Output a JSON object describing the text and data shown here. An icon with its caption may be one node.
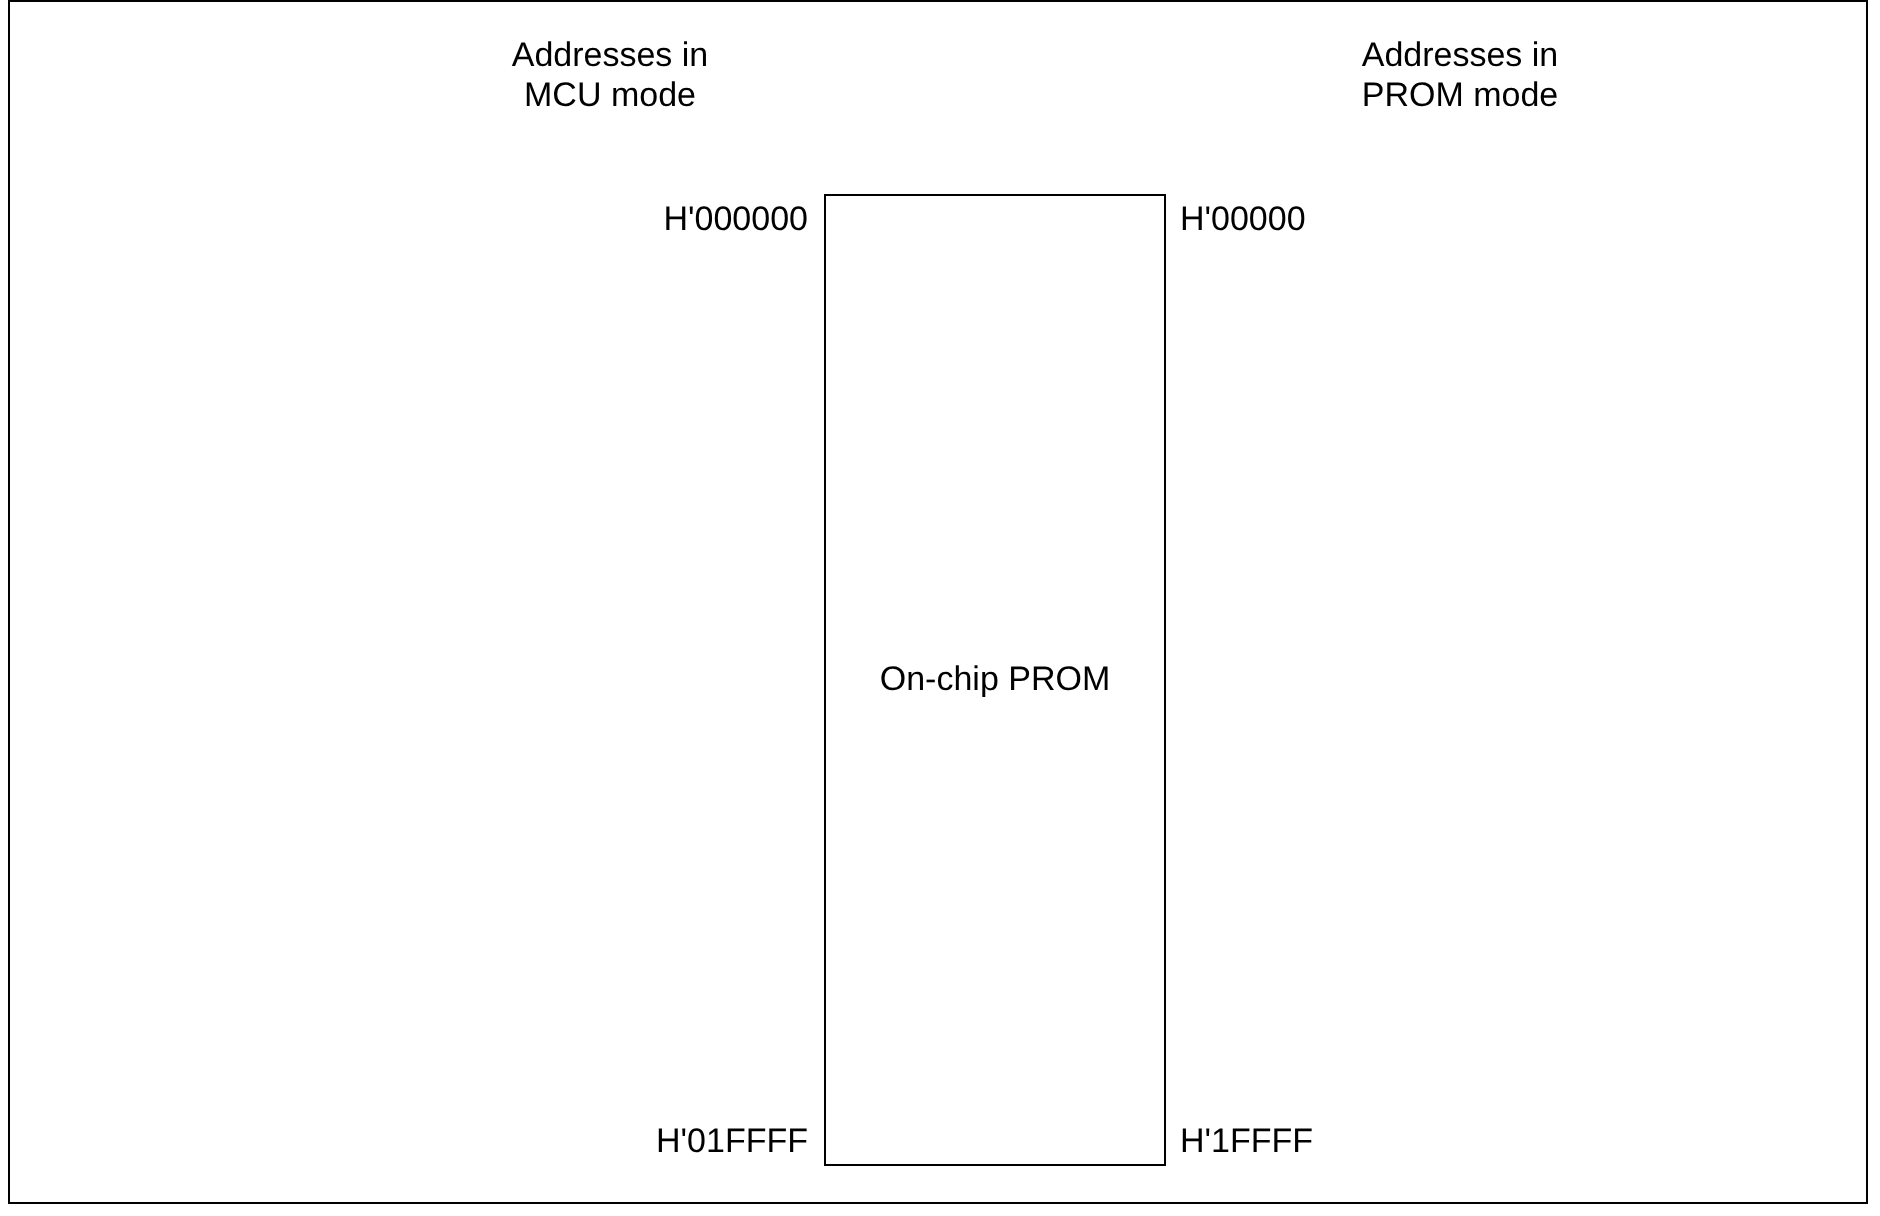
{
  "diagram": {
    "nodes": [
      {
        "text": [
          "On-chip PROM"
        ]
      }
    ],
    "labels": [
      "Addresses in MCU mode",
      "Addresses in PROM mode",
      "H'000000",
      "H'00000",
      "H'01FFFF",
      "H'1FFFF"
    ]
  }
}
